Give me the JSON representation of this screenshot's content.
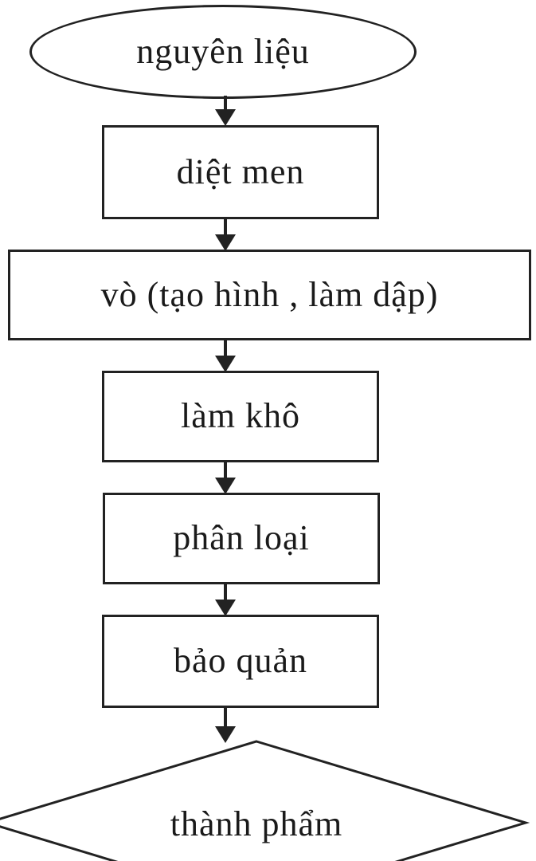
{
  "diagram": {
    "type": "flowchart",
    "direction": "top-down",
    "background_color": "#ffffff",
    "stroke_color": "#222222",
    "text_color": "#1a1a1a",
    "nodes": [
      {
        "id": "start",
        "shape": "ellipse",
        "label": "nguyên liệu"
      },
      {
        "id": "step-1",
        "shape": "rect",
        "label": "diệt men"
      },
      {
        "id": "step-2",
        "shape": "rect",
        "label": "vò (tạo hình , làm dập)"
      },
      {
        "id": "step-3",
        "shape": "rect",
        "label": "làm khô"
      },
      {
        "id": "step-4",
        "shape": "rect",
        "label": "phân loại"
      },
      {
        "id": "step-5",
        "shape": "rect",
        "label": "bảo quản"
      },
      {
        "id": "end",
        "shape": "diamond",
        "label": "thành phẩm"
      }
    ],
    "edges": [
      {
        "from": "start",
        "to": "step-1"
      },
      {
        "from": "step-1",
        "to": "step-2"
      },
      {
        "from": "step-2",
        "to": "step-3"
      },
      {
        "from": "step-3",
        "to": "step-4"
      },
      {
        "from": "step-4",
        "to": "step-5"
      },
      {
        "from": "step-5",
        "to": "end"
      }
    ]
  }
}
